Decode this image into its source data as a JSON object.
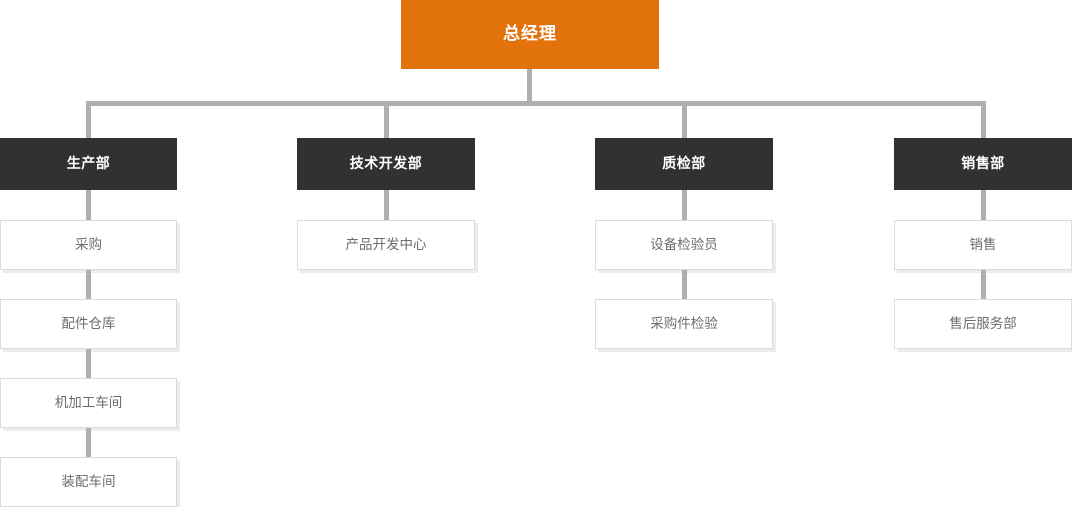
{
  "chart_data": {
    "type": "diagram",
    "title": "",
    "diagram_kind": "organization-chart",
    "orientation": "top-down",
    "colors": {
      "root_fill": "#e2720b",
      "root_text": "#ffffff",
      "department_fill": "#333030",
      "department_text": "#ffffff",
      "leaf_fill": "#ffffff",
      "leaf_text": "#6d6d6d",
      "leaf_border": "#dcdcdc",
      "leaf_shadow": "#ececec",
      "connector": "#afafaf",
      "background": "#ffffff"
    },
    "nodes": [
      {
        "id": "root",
        "label": "总经理",
        "level": 0,
        "parent": null
      },
      {
        "id": "dept1",
        "label": "生产部",
        "level": 1,
        "parent": "root"
      },
      {
        "id": "dept2",
        "label": "技术开发部",
        "level": 1,
        "parent": "root"
      },
      {
        "id": "dept3",
        "label": "质检部",
        "level": 1,
        "parent": "root"
      },
      {
        "id": "dept4",
        "label": "销售部",
        "level": 1,
        "parent": "root"
      },
      {
        "id": "d1c1",
        "label": "采购",
        "level": 2,
        "parent": "dept1"
      },
      {
        "id": "d1c2",
        "label": "配件仓库",
        "level": 2,
        "parent": "dept1"
      },
      {
        "id": "d1c3",
        "label": "机加工车间",
        "level": 2,
        "parent": "dept1"
      },
      {
        "id": "d1c4",
        "label": "装配车间",
        "level": 2,
        "parent": "dept1"
      },
      {
        "id": "d2c1",
        "label": "产品开发中心",
        "level": 2,
        "parent": "dept2"
      },
      {
        "id": "d3c1",
        "label": "设备检验员",
        "level": 2,
        "parent": "dept3"
      },
      {
        "id": "d3c2",
        "label": "采购件检验",
        "level": 2,
        "parent": "dept3"
      },
      {
        "id": "d4c1",
        "label": "销售",
        "level": 2,
        "parent": "dept4"
      },
      {
        "id": "d4c2",
        "label": "售后服务部",
        "level": 2,
        "parent": "dept4"
      }
    ]
  },
  "root": {
    "label": "总经理"
  },
  "departments": [
    {
      "label": "生产部",
      "children": [
        {
          "label": "采购"
        },
        {
          "label": "配件仓库"
        },
        {
          "label": "机加工车间"
        },
        {
          "label": "装配车间"
        }
      ]
    },
    {
      "label": "技术开发部",
      "children": [
        {
          "label": "产品开发中心"
        }
      ]
    },
    {
      "label": "质检部",
      "children": [
        {
          "label": "设备检验员"
        },
        {
          "label": "采购件检验"
        }
      ]
    },
    {
      "label": "销售部",
      "children": [
        {
          "label": "销售"
        },
        {
          "label": "售后服务部"
        }
      ]
    }
  ]
}
